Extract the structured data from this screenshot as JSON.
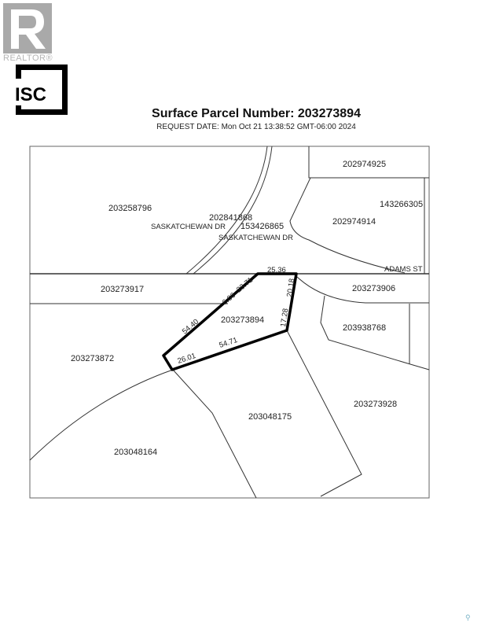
{
  "logos": {
    "realtor": "REALTOR®",
    "isc": "ISC"
  },
  "header": {
    "title": "Surface Parcel Number: 203273894",
    "request_date": "REQUEST DATE: Mon Oct 21 13:38:52 GMT-06:00 2024"
  },
  "map": {
    "subject_parcel": "203273894",
    "parcels": {
      "p1": "203258796",
      "p2": "202974925",
      "p3": "202841868",
      "p4": "153426865",
      "p5": "143266305",
      "p6": "202974914",
      "p7": "203273917",
      "p8": "203273906",
      "p9": "203938768",
      "p10": "203273872",
      "p11": "203273928",
      "p12": "203048175",
      "p13": "203048164"
    },
    "streets": {
      "s1": "SASKATCHEWAN DR",
      "s2": "SASKATCHEWAN DR",
      "s3": "ADAMS ST"
    },
    "dimensions": {
      "top": "25.36",
      "top_left_a": "6.06",
      "top_left_b": "23.71",
      "left": "54.40",
      "right_a": "17.28",
      "right_b": "20.18",
      "bottom": "54.71",
      "bottom_left": "26.01"
    },
    "subject_outline_color": "#000000"
  },
  "icons": {
    "location": "map-pin-icon"
  }
}
